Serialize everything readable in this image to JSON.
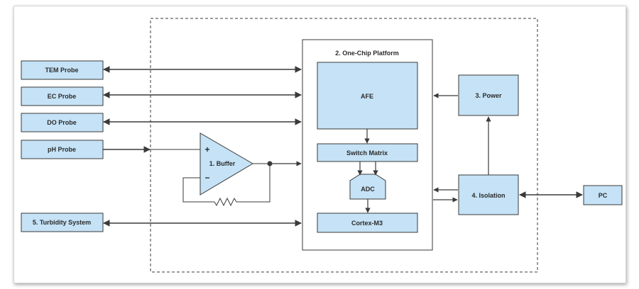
{
  "probes": {
    "tem": "TEM Probe",
    "ec": "EC Probe",
    "do": "DO Probe",
    "ph": "pH Probe",
    "turbidity": "5. Turbidity System"
  },
  "buffer": {
    "label": "1. Buffer",
    "plus": "+",
    "minus": "−"
  },
  "platform": {
    "title": "2. One-Chip Platform",
    "afe": "AFE",
    "switch_matrix": "Switch Matrix",
    "adc": "ADC",
    "cortex": "Cortex-M3"
  },
  "power": "3. Power",
  "isolation": "4. Isolation",
  "pc": "PC",
  "colors": {
    "block_fill": "#c5e2f6",
    "stroke": "#3a3a3a",
    "frame_border": "#d6d6d6"
  }
}
